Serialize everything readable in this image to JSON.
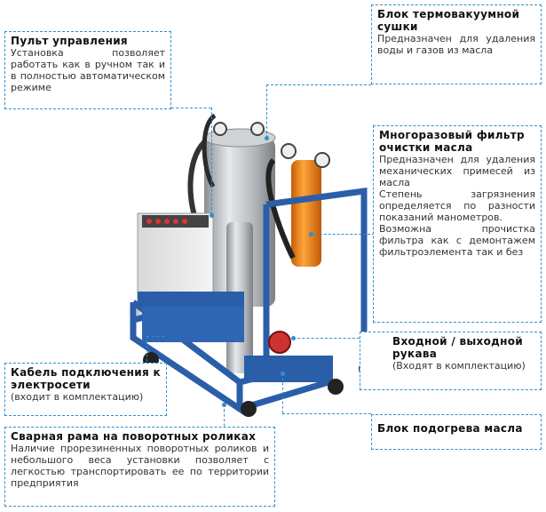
{
  "callouts": {
    "control": {
      "title": "Пульт управления",
      "text": "Установка позволяет работать как в ручном так и в полностью автоматическом режиме"
    },
    "vacuum": {
      "title": "Блок термовакуумной сушки",
      "text": "Предназначен для удаления воды и газов из масла"
    },
    "filter": {
      "title": "Многоразовый фильтр очистки масла",
      "text1": "Предназначен для удаления механических примесей из масла",
      "text2": "Степень загрязнения определяется по разности показаний манометров.",
      "text3": "Возможна прочистка фильтра как с демонтажем фильтроэлемента так и без"
    },
    "hoses": {
      "title": "Входной / выходной рукава",
      "sub": "(Входят в комплектацию)"
    },
    "cable": {
      "title": "Кабель подключения к электросети",
      "sub": "(входит в комплектацию)"
    },
    "heater": {
      "title": "Блок подогрева масла"
    },
    "frame": {
      "title": "Сварная рама на поворотных роликах",
      "text": "Наличие прорезиненных поворотных роликов и небольшого веса установки позволяет с легкостью транспортировать ее по территории предприятия"
    }
  },
  "colors": {
    "accent": "#2f8fd0",
    "frame": "#2a5ea8",
    "steel": "#c0c4c8",
    "filter": "#f08a1e"
  }
}
